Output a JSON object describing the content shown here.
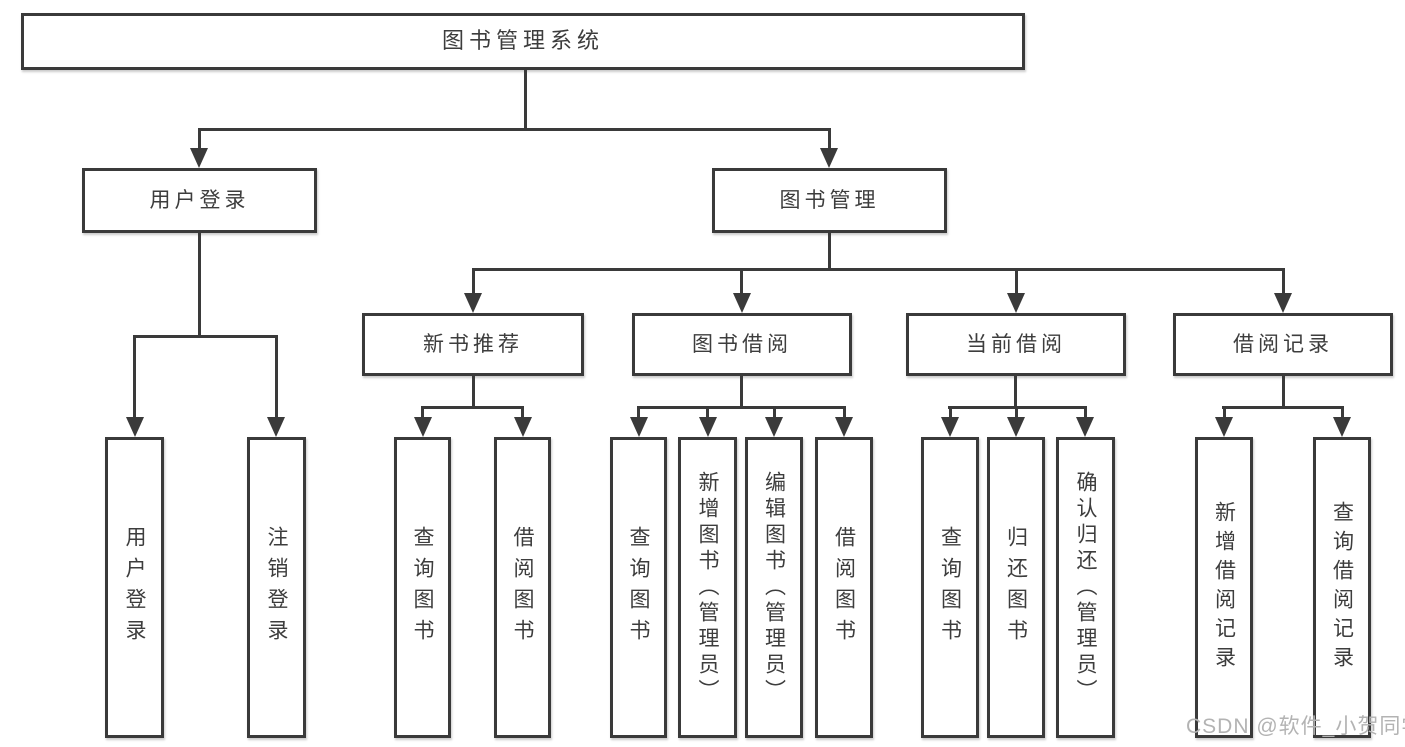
{
  "colors": {
    "line": "#3a3a3a",
    "box_border": "#3a3a3a",
    "box_background": "#ffffff",
    "text": "#3d3d3d",
    "watermark": "#b3b3b3"
  },
  "diagram": {
    "root": {
      "label": "图书管理系统"
    },
    "level2": [
      {
        "id": "user-login",
        "label": "用户登录"
      },
      {
        "id": "book-management",
        "label": "图书管理"
      }
    ],
    "level3": [
      {
        "id": "new-book-recommend",
        "label": "新书推荐"
      },
      {
        "id": "book-borrow",
        "label": "图书借阅"
      },
      {
        "id": "current-borrow",
        "label": "当前借阅"
      },
      {
        "id": "borrow-records",
        "label": "借阅记录"
      }
    ],
    "leaves": [
      {
        "id": "user-login-leaf",
        "label": "用户登录",
        "parent": "用户登录"
      },
      {
        "id": "logout",
        "label": "注销登录",
        "parent": "用户登录"
      },
      {
        "id": "query-book-1",
        "label": "查询图书",
        "parent": "新书推荐"
      },
      {
        "id": "borrow-book-1",
        "label": "借阅图书",
        "parent": "新书推荐"
      },
      {
        "id": "query-book-2",
        "label": "查询图书",
        "parent": "图书借阅"
      },
      {
        "id": "add-book-admin",
        "label": "新增图书（管理员）",
        "parent": "图书借阅"
      },
      {
        "id": "edit-book-admin",
        "label": "编辑图书（管理员）",
        "parent": "图书借阅"
      },
      {
        "id": "borrow-book-2",
        "label": "借阅图书",
        "parent": "图书借阅"
      },
      {
        "id": "query-book-3",
        "label": "查询图书",
        "parent": "当前借阅"
      },
      {
        "id": "return-book",
        "label": "归还图书",
        "parent": "当前借阅"
      },
      {
        "id": "confirm-return-admin",
        "label": "确认归还（管理员）",
        "parent": "当前借阅"
      },
      {
        "id": "add-borrow-record",
        "label": "新增借阅记录",
        "parent": "借阅记录"
      },
      {
        "id": "query-borrow-record",
        "label": "查询借阅记录",
        "parent": "借阅记录"
      }
    ]
  },
  "watermark": {
    "text": "CSDN @软件_小贺同学"
  }
}
